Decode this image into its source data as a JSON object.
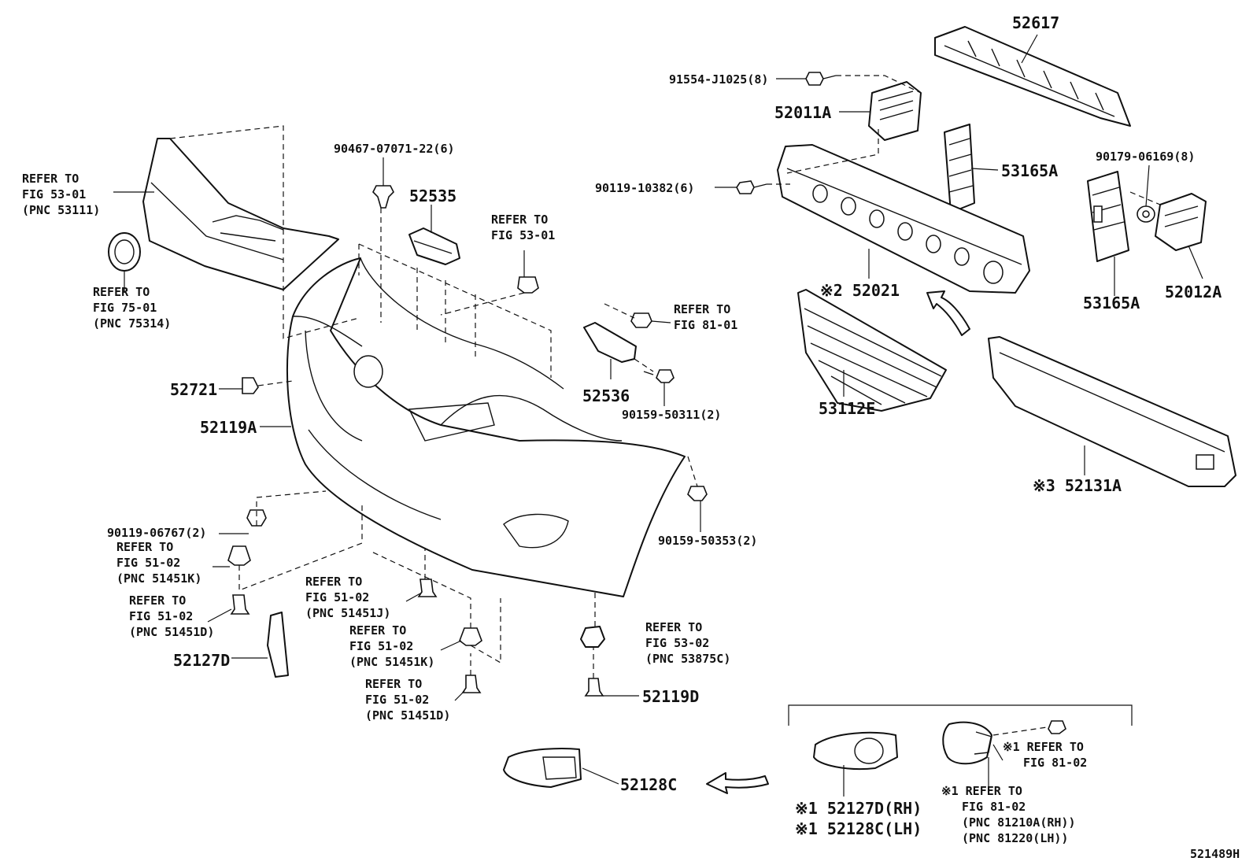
{
  "diagram_id": "521489H",
  "labels": {
    "p52617": "52617",
    "p91554": "91554-J1025(8)",
    "p52011A": "52011A",
    "p53165A_top": "53165A",
    "p90179": "90179-06169(8)",
    "p90119_10382": "90119-10382(6)",
    "p52021": "※2 52021",
    "p53165A_bot": "53165A",
    "p52012A": "52012A",
    "p53112E": "53112E",
    "p52131A": "※3 52131A",
    "p90467": "90467-07071-22(6)",
    "p52535": "52535",
    "p52536": "52536",
    "p90159_50311": "90159-50311(2)",
    "p52721": "52721",
    "p52119A": "52119A",
    "p90119_06767": "90119-06767(2)",
    "p90159_50353": "90159-50353(2)",
    "p52127D": "52127D",
    "p52119D": "52119D",
    "p52128C": "52128C",
    "p52127D_rh": "※1 52127D(RH)",
    "p52128C_lh": "※1 52128C(LH)"
  },
  "refs": {
    "grille": [
      "REFER TO",
      "FIG 53-01",
      "(PNC 53111)"
    ],
    "emblem": [
      "REFER TO",
      "FIG 75-01",
      "(PNC 75314)"
    ],
    "clip_top": [
      "REFER TO",
      "FIG 53-01"
    ],
    "screw_81": [
      "REFER TO",
      "FIG 81-01"
    ],
    "nut_51451K_a": [
      "REFER TO",
      "FIG 51-02",
      "(PNC 51451K)"
    ],
    "bolt_51451D_a": [
      "REFER TO",
      "FIG 51-02",
      "(PNC 51451D)"
    ],
    "bolt_51451J": [
      "REFER TO",
      "FIG 51-02",
      "(PNC 51451J)"
    ],
    "nut_51451K_b": [
      "REFER TO",
      "FIG 51-02",
      "(PNC 51451K)"
    ],
    "bolt_51451D_b": [
      "REFER TO",
      "FIG 51-02",
      "(PNC 51451D)"
    ],
    "sensor_53875C": [
      "REFER TO",
      "FIG 53-02",
      "(PNC 53875C)"
    ],
    "fog_screw": [
      "※1 REFER TO",
      "FIG 81-02"
    ],
    "fog_lamp": [
      "※1 REFER TO",
      "FIG 81-02",
      "(PNC 81210A(RH))",
      "(PNC 81220(LH))"
    ]
  }
}
